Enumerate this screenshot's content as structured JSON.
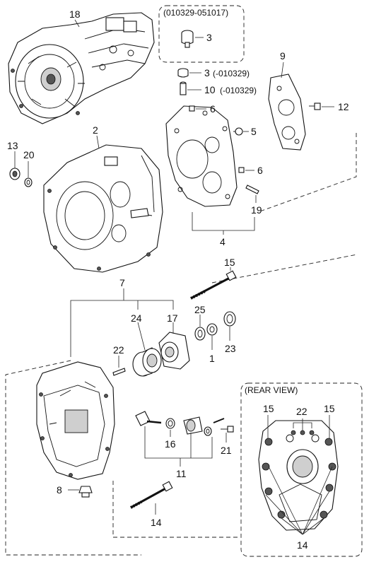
{
  "diagram": {
    "labels": {
      "l18": "18",
      "l3a": "3",
      "l3b": "3",
      "l10": "10",
      "l6a": "6",
      "l6b": "6",
      "l5": "5",
      "l9": "9",
      "l12": "12",
      "l2": "2",
      "l13": "13",
      "l20": "20",
      "l19": "19",
      "l4": "4",
      "l15a": "15",
      "l7": "7",
      "l24": "24",
      "l17": "17",
      "l25": "25",
      "l23": "23",
      "l1": "1",
      "l22a": "22",
      "l16": "16",
      "l21": "21",
      "l11": "11",
      "l8": "8",
      "l14a": "14",
      "l15b": "15",
      "l15c": "15",
      "l22b": "22",
      "l14b": "14"
    },
    "range_box_text": "(010329-051017)",
    "note_3": "(-010329)",
    "note_10": "(-010329)",
    "rear_view_title": "(REAR VIEW)"
  }
}
